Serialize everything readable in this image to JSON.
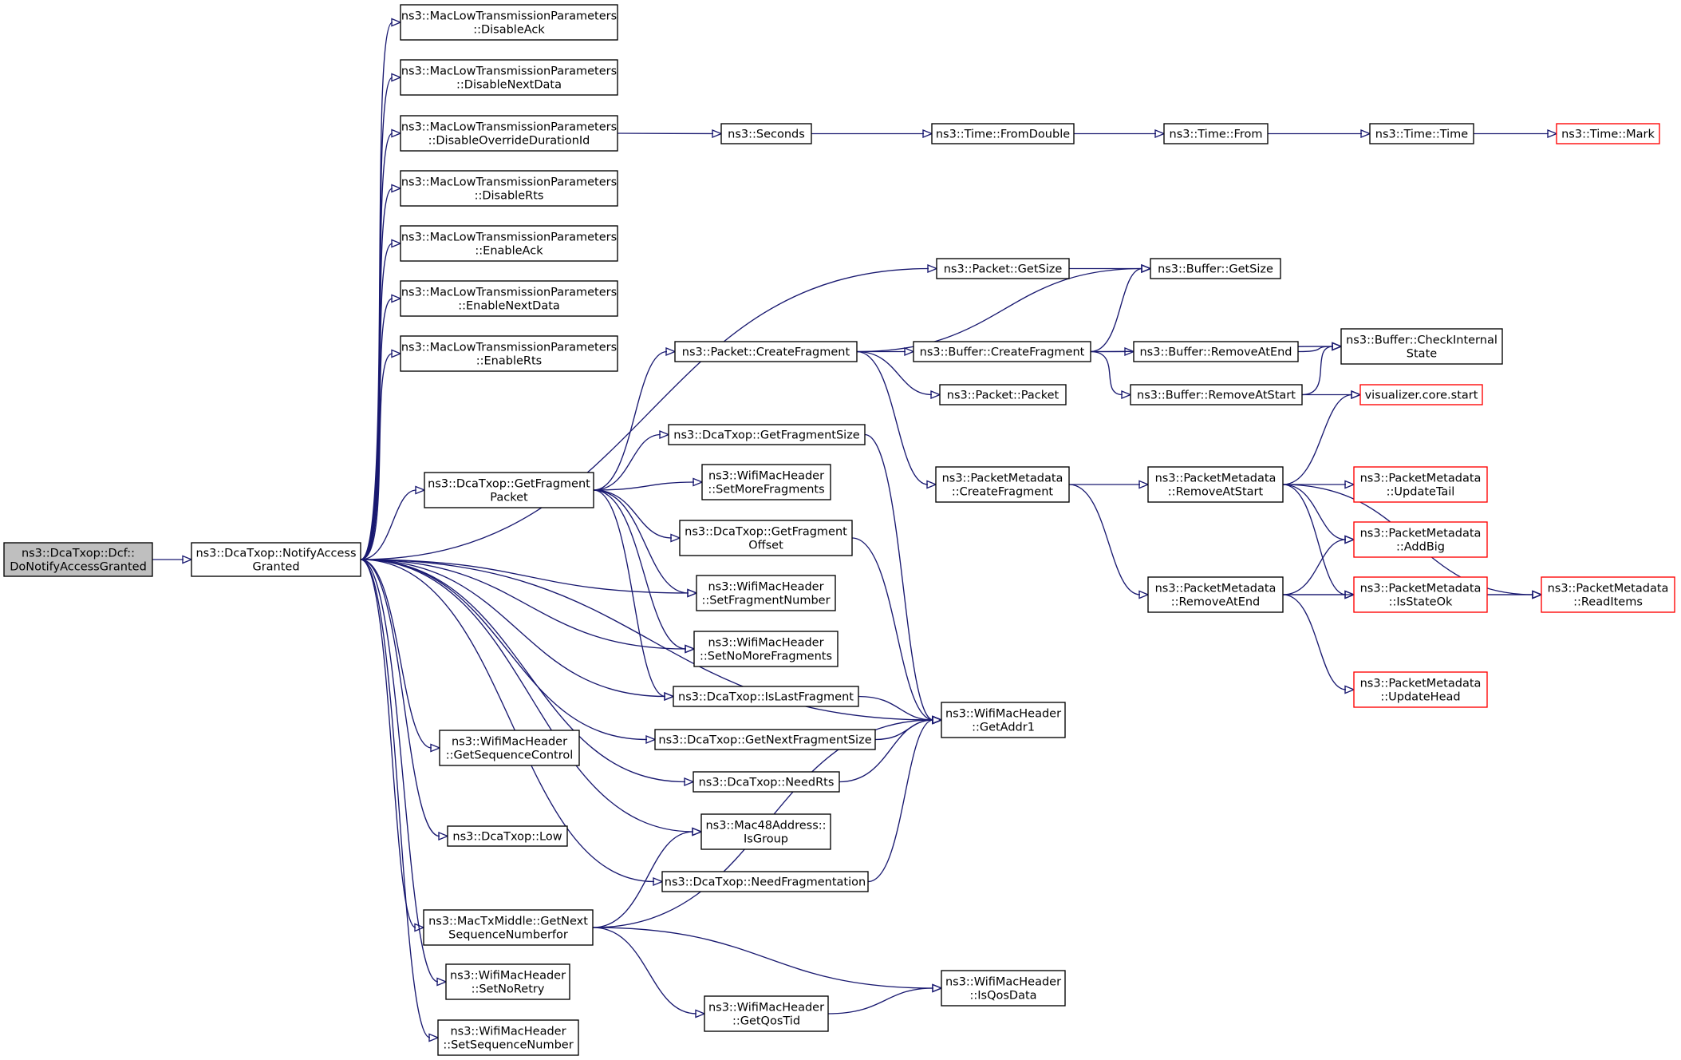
{
  "diagram": {
    "type": "call-graph",
    "edge_color": "#191970",
    "focus_fill": "#bfbfbf",
    "truncated_border_color": "#ff0000",
    "nodes": [
      {
        "id": "dcf",
        "lines": [
          "ns3::DcaTxop::Dcf::",
          "DoNotifyAccessGranted"
        ],
        "focus": true
      },
      {
        "id": "nag",
        "lines": [
          "ns3::DcaTxop::NotifyAccess",
          "Granted"
        ]
      },
      {
        "id": "dack",
        "lines": [
          "ns3::MacLowTransmissionParameters",
          "::DisableAck"
        ]
      },
      {
        "id": "dnd",
        "lines": [
          "ns3::MacLowTransmissionParameters",
          "::DisableNextData"
        ]
      },
      {
        "id": "dodi",
        "lines": [
          "ns3::MacLowTransmissionParameters",
          "::DisableOverrideDurationId"
        ]
      },
      {
        "id": "drts",
        "lines": [
          "ns3::MacLowTransmissionParameters",
          "::DisableRts"
        ]
      },
      {
        "id": "eack",
        "lines": [
          "ns3::MacLowTransmissionParameters",
          "::EnableAck"
        ]
      },
      {
        "id": "end",
        "lines": [
          "ns3::MacLowTransmissionParameters",
          "::EnableNextData"
        ]
      },
      {
        "id": "erts",
        "lines": [
          "ns3::MacLowTransmissionParameters",
          "::EnableRts"
        ]
      },
      {
        "id": "sec",
        "lines": [
          "ns3::Seconds"
        ]
      },
      {
        "id": "fromd",
        "lines": [
          "ns3::Time::FromDouble"
        ]
      },
      {
        "id": "from",
        "lines": [
          "ns3::Time::From"
        ]
      },
      {
        "id": "time",
        "lines": [
          "ns3::Time::Time"
        ]
      },
      {
        "id": "mark",
        "lines": [
          "ns3::Time::Mark"
        ],
        "truncated": true
      },
      {
        "id": "pgs",
        "lines": [
          "ns3::Packet::GetSize"
        ]
      },
      {
        "id": "bgs",
        "lines": [
          "ns3::Buffer::GetSize"
        ]
      },
      {
        "id": "pcf",
        "lines": [
          "ns3::Packet::CreateFragment"
        ]
      },
      {
        "id": "bcf",
        "lines": [
          "ns3::Buffer::CreateFragment"
        ]
      },
      {
        "id": "brae",
        "lines": [
          "ns3::Buffer::RemoveAtEnd"
        ]
      },
      {
        "id": "bcis",
        "lines": [
          "ns3::Buffer::CheckInternal",
          "State"
        ]
      },
      {
        "id": "ppk",
        "lines": [
          "ns3::Packet::Packet"
        ]
      },
      {
        "id": "bras",
        "lines": [
          "ns3::Buffer::RemoveAtStart"
        ]
      },
      {
        "id": "vcs",
        "lines": [
          "visualizer.core.start"
        ],
        "truncated": true
      },
      {
        "id": "gfs",
        "lines": [
          "ns3::DcaTxop::GetFragmentSize"
        ]
      },
      {
        "id": "gfp",
        "lines": [
          "ns3::DcaTxop::GetFragment",
          "Packet"
        ]
      },
      {
        "id": "smf",
        "lines": [
          "ns3::WifiMacHeader",
          "::SetMoreFragments"
        ]
      },
      {
        "id": "gfo",
        "lines": [
          "ns3::DcaTxop::GetFragment",
          "Offset"
        ]
      },
      {
        "id": "sfn",
        "lines": [
          "ns3::WifiMacHeader",
          "::SetFragmentNumber"
        ]
      },
      {
        "id": "snmf",
        "lines": [
          "ns3::WifiMacHeader",
          "::SetNoMoreFragments"
        ]
      },
      {
        "id": "ilf",
        "lines": [
          "ns3::DcaTxop::IsLastFragment"
        ]
      },
      {
        "id": "gnfs",
        "lines": [
          "ns3::DcaTxop::GetNextFragmentSize"
        ]
      },
      {
        "id": "ga1",
        "lines": [
          "ns3::WifiMacHeader",
          "::GetAddr1"
        ]
      },
      {
        "id": "nrts",
        "lines": [
          "ns3::DcaTxop::NeedRts"
        ]
      },
      {
        "id": "gsc",
        "lines": [
          "ns3::WifiMacHeader",
          "::GetSequenceControl"
        ]
      },
      {
        "id": "isg",
        "lines": [
          "ns3::Mac48Address::",
          "IsGroup"
        ]
      },
      {
        "id": "low",
        "lines": [
          "ns3::DcaTxop::Low"
        ]
      },
      {
        "id": "nfrag",
        "lines": [
          "ns3::DcaTxop::NeedFragmentation"
        ]
      },
      {
        "id": "gnsn",
        "lines": [
          "ns3::MacTxMiddle::GetNext",
          "SequenceNumberfor"
        ]
      },
      {
        "id": "snr",
        "lines": [
          "ns3::WifiMacHeader",
          "::SetNoRetry"
        ]
      },
      {
        "id": "ssn",
        "lines": [
          "ns3::WifiMacHeader",
          "::SetSequenceNumber"
        ]
      },
      {
        "id": "iqd",
        "lines": [
          "ns3::WifiMacHeader",
          "::IsQosData"
        ]
      },
      {
        "id": "gqt",
        "lines": [
          "ns3::WifiMacHeader",
          "::GetQosTid"
        ]
      },
      {
        "id": "pmcf",
        "lines": [
          "ns3::PacketMetadata",
          "::CreateFragment"
        ]
      },
      {
        "id": "pmras",
        "lines": [
          "ns3::PacketMetadata",
          "::RemoveAtStart"
        ]
      },
      {
        "id": "pmrae",
        "lines": [
          "ns3::PacketMetadata",
          "::RemoveAtEnd"
        ]
      },
      {
        "id": "pmut",
        "lines": [
          "ns3::PacketMetadata",
          "::UpdateTail"
        ],
        "truncated": true
      },
      {
        "id": "pmab",
        "lines": [
          "ns3::PacketMetadata",
          "::AddBig"
        ],
        "truncated": true
      },
      {
        "id": "pmiso",
        "lines": [
          "ns3::PacketMetadata",
          "::IsStateOk"
        ],
        "truncated": true
      },
      {
        "id": "pmri",
        "lines": [
          "ns3::PacketMetadata",
          "::ReadItems"
        ],
        "truncated": true
      },
      {
        "id": "pmuh",
        "lines": [
          "ns3::PacketMetadata",
          "::UpdateHead"
        ],
        "truncated": true
      }
    ],
    "edges": [
      [
        "dcf",
        "nag"
      ],
      [
        "nag",
        "dack"
      ],
      [
        "nag",
        "dnd"
      ],
      [
        "nag",
        "dodi"
      ],
      [
        "nag",
        "drts"
      ],
      [
        "nag",
        "eack"
      ],
      [
        "nag",
        "end"
      ],
      [
        "nag",
        "erts"
      ],
      [
        "nag",
        "pgs"
      ],
      [
        "nag",
        "gfp"
      ],
      [
        "nag",
        "ga1"
      ],
      [
        "nag",
        "sfn"
      ],
      [
        "nag",
        "snmf"
      ],
      [
        "nag",
        "ilf"
      ],
      [
        "nag",
        "gnfs"
      ],
      [
        "nag",
        "nrts"
      ],
      [
        "nag",
        "gsc"
      ],
      [
        "nag",
        "isg"
      ],
      [
        "nag",
        "low"
      ],
      [
        "nag",
        "nfrag"
      ],
      [
        "nag",
        "gnsn"
      ],
      [
        "nag",
        "snr"
      ],
      [
        "nag",
        "ssn"
      ],
      [
        "dodi",
        "sec"
      ],
      [
        "sec",
        "fromd"
      ],
      [
        "fromd",
        "from"
      ],
      [
        "from",
        "time"
      ],
      [
        "time",
        "mark"
      ],
      [
        "pgs",
        "bgs"
      ],
      [
        "gfp",
        "pcf"
      ],
      [
        "gfp",
        "gfs"
      ],
      [
        "gfp",
        "smf"
      ],
      [
        "gfp",
        "gfo"
      ],
      [
        "gfp",
        "sfn"
      ],
      [
        "gfp",
        "snmf"
      ],
      [
        "gfp",
        "ilf"
      ],
      [
        "pcf",
        "bgs"
      ],
      [
        "pcf",
        "bcf"
      ],
      [
        "pcf",
        "ppk"
      ],
      [
        "pcf",
        "pmcf"
      ],
      [
        "bcf",
        "bgs"
      ],
      [
        "bcf",
        "bcis"
      ],
      [
        "bcf",
        "brae"
      ],
      [
        "bcf",
        "bras"
      ],
      [
        "brae",
        "bcis"
      ],
      [
        "bras",
        "bcis"
      ],
      [
        "bras",
        "vcs"
      ],
      [
        "gfs",
        "ga1"
      ],
      [
        "gfo",
        "ga1"
      ],
      [
        "ilf",
        "ga1"
      ],
      [
        "gnfs",
        "ga1"
      ],
      [
        "nrts",
        "ga1"
      ],
      [
        "nfrag",
        "ga1"
      ],
      [
        "gnsn",
        "ga1"
      ],
      [
        "gnsn",
        "isg"
      ],
      [
        "gnsn",
        "iqd"
      ],
      [
        "gnsn",
        "gqt"
      ],
      [
        "gqt",
        "iqd"
      ],
      [
        "pmcf",
        "pmras"
      ],
      [
        "pmcf",
        "pmrae"
      ],
      [
        "pmras",
        "vcs"
      ],
      [
        "pmras",
        "pmut"
      ],
      [
        "pmras",
        "pmab"
      ],
      [
        "pmras",
        "pmiso"
      ],
      [
        "pmras",
        "pmri"
      ],
      [
        "pmrae",
        "pmab"
      ],
      [
        "pmrae",
        "pmiso"
      ],
      [
        "pmrae",
        "pmri"
      ],
      [
        "pmrae",
        "pmuh"
      ],
      [
        "pmiso",
        "pmri"
      ]
    ]
  }
}
